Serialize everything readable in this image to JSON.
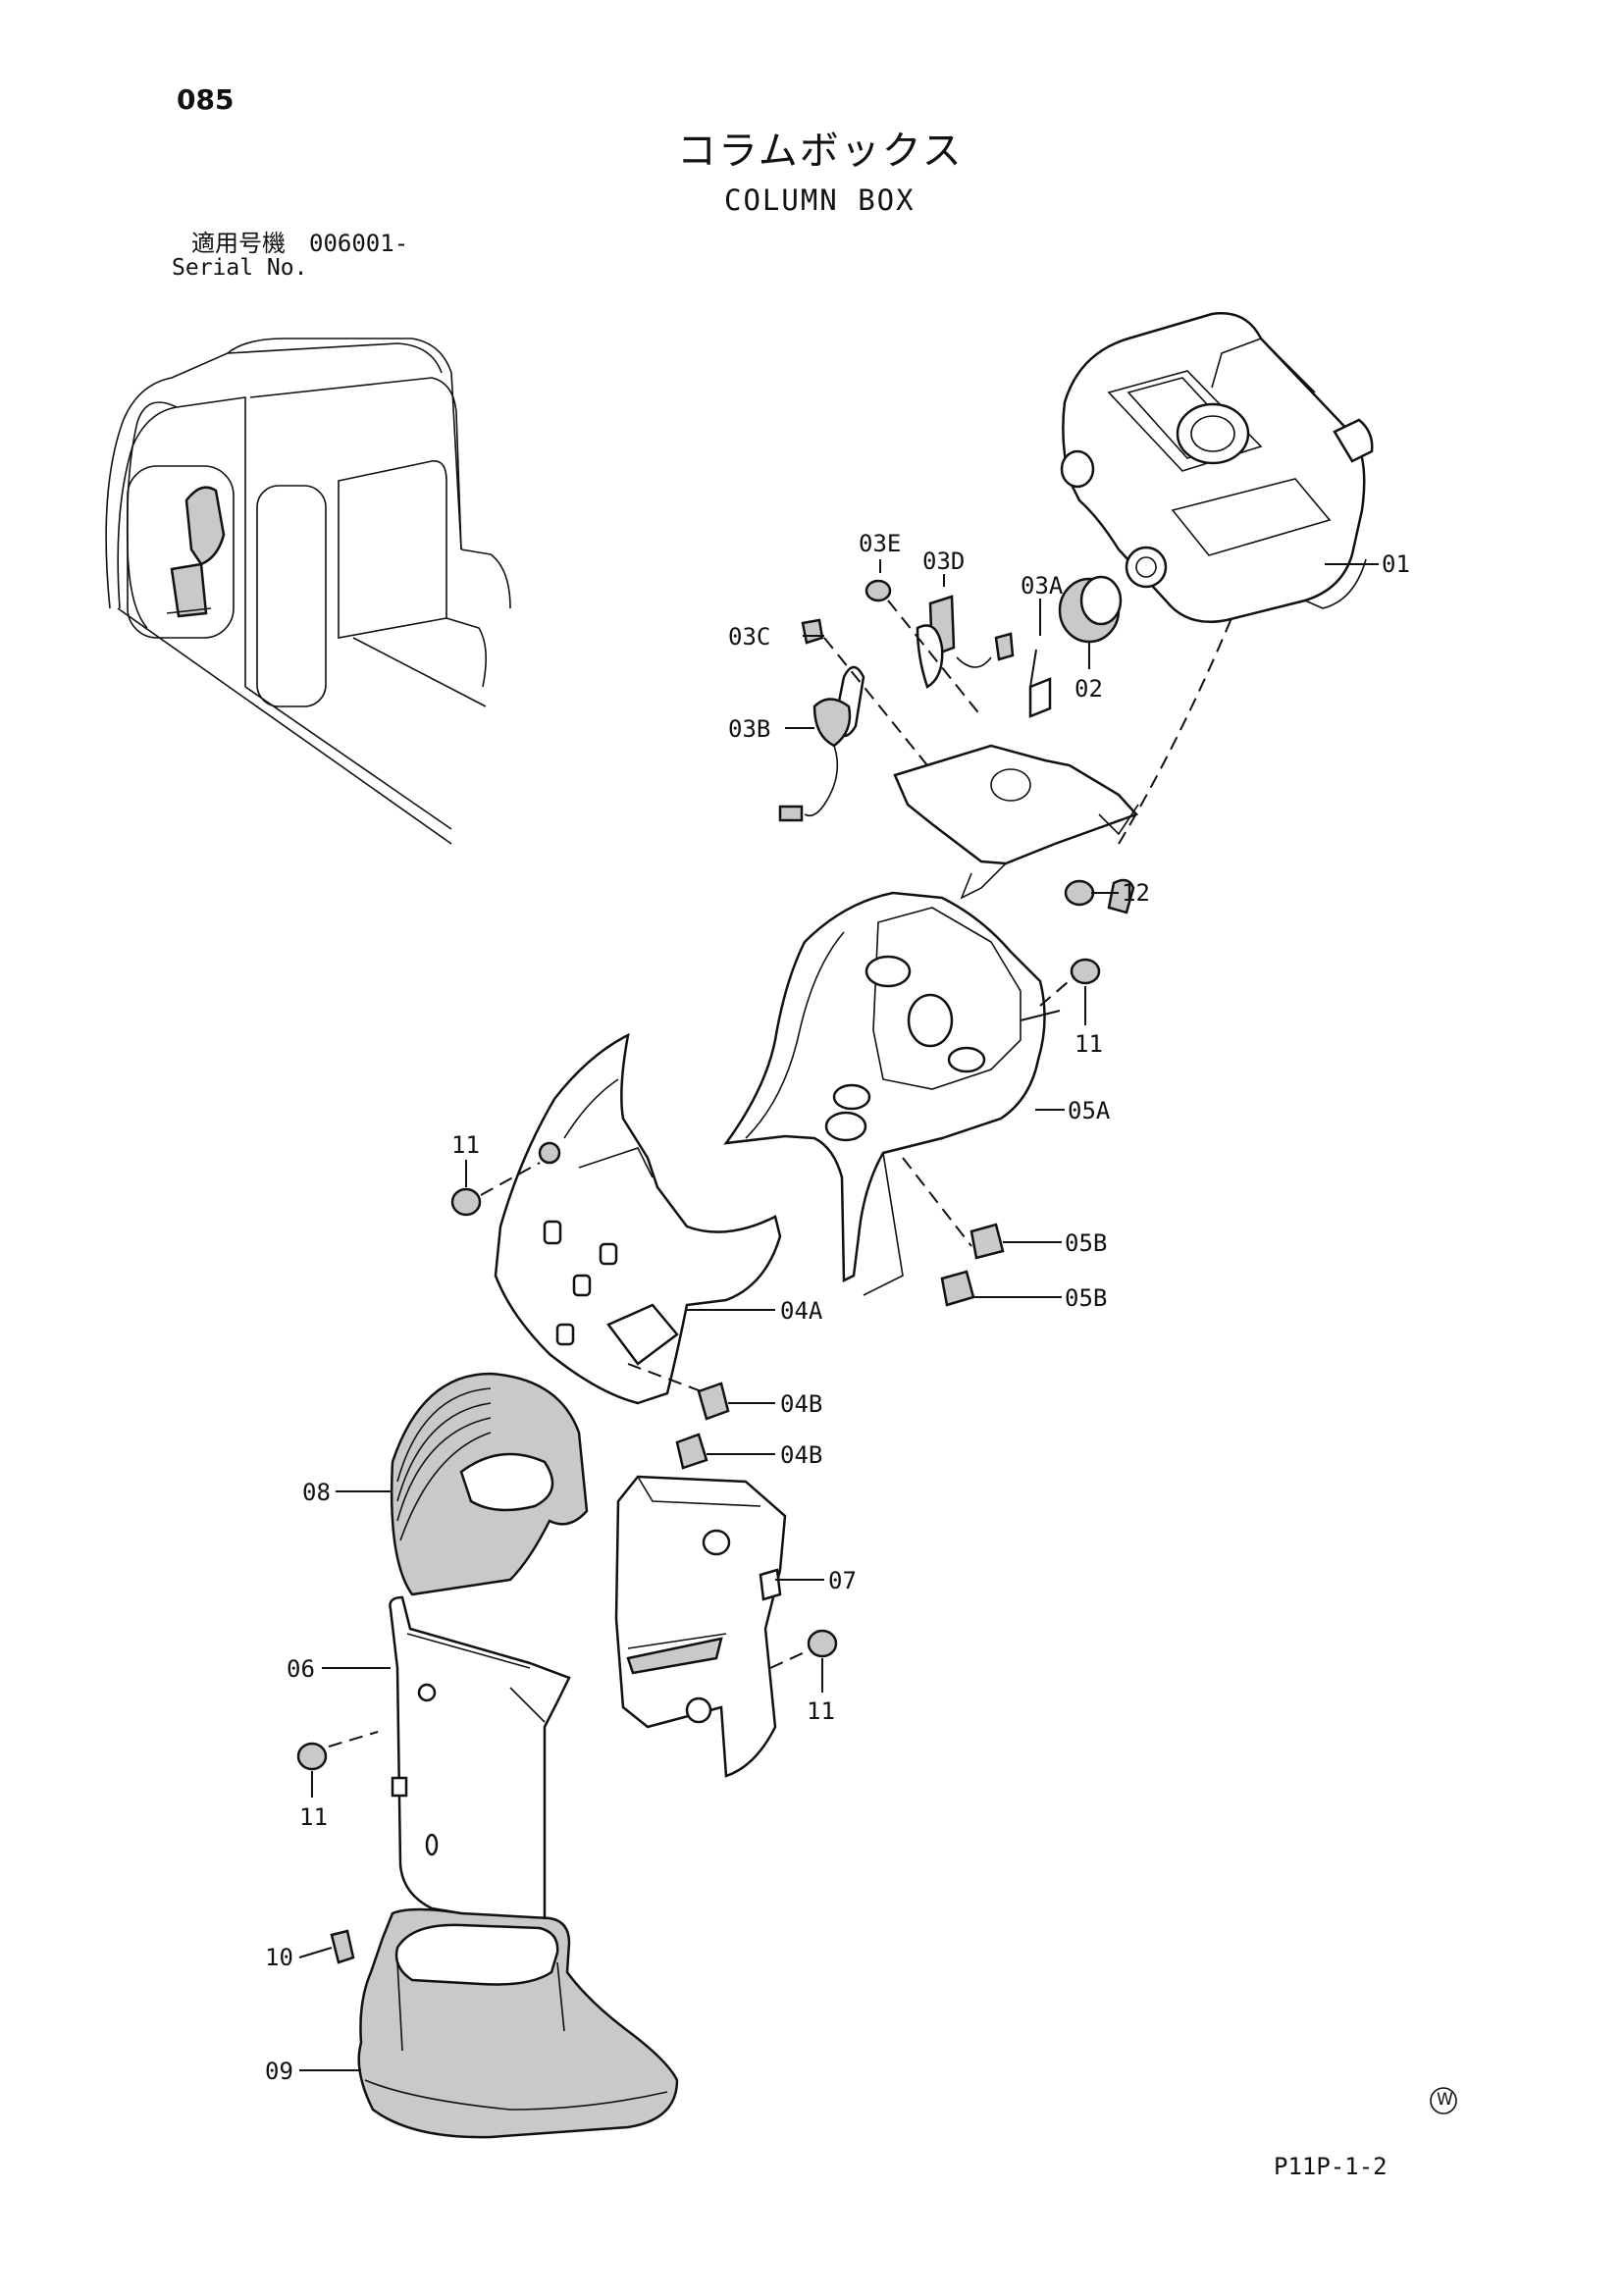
{
  "page_number": "085",
  "title_jp": "コラムボックス",
  "title_en": "COLUMN BOX",
  "serial_label_jp": "適用号機",
  "serial_value": "006001-",
  "serial_label_en": "Serial No.",
  "drawing_code": "P11P-1-2",
  "mark": "W",
  "callouts": {
    "c01": "01",
    "c02": "02",
    "c03a": "03A",
    "c03b": "03B",
    "c03c": "03C",
    "c03d": "03D",
    "c03e": "03E",
    "c12": "12",
    "c11a": "11",
    "c11b": "11",
    "c11c": "11",
    "c11d": "11",
    "c05a": "05A",
    "c05b1": "05B",
    "c05b2": "05B",
    "c04a": "04A",
    "c04b1": "04B",
    "c04b2": "04B",
    "c08": "08",
    "c07": "07",
    "c06": "06",
    "c10": "10",
    "c09": "09"
  }
}
